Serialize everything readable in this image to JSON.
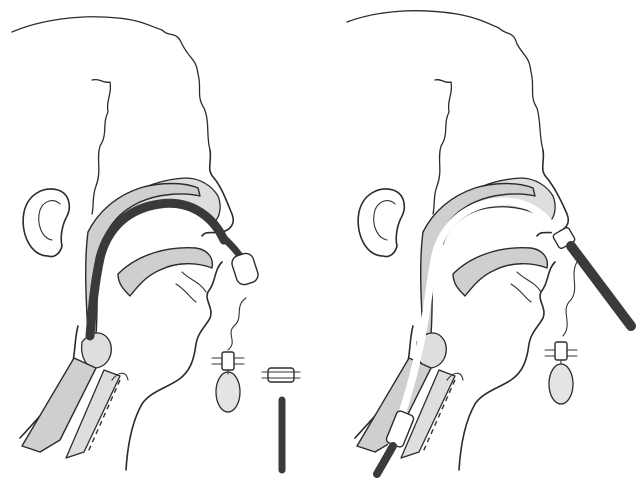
{
  "figure": {
    "panels": [
      {
        "id": "left",
        "device": "tube-through-nose"
      },
      {
        "id": "right",
        "device": "tube-through-nose-external-straight"
      }
    ],
    "colors": {
      "outline": "#2b2b2b",
      "tissue": "#cfcfcf",
      "tube": "#3a3a3a",
      "background": "#ffffff"
    }
  }
}
